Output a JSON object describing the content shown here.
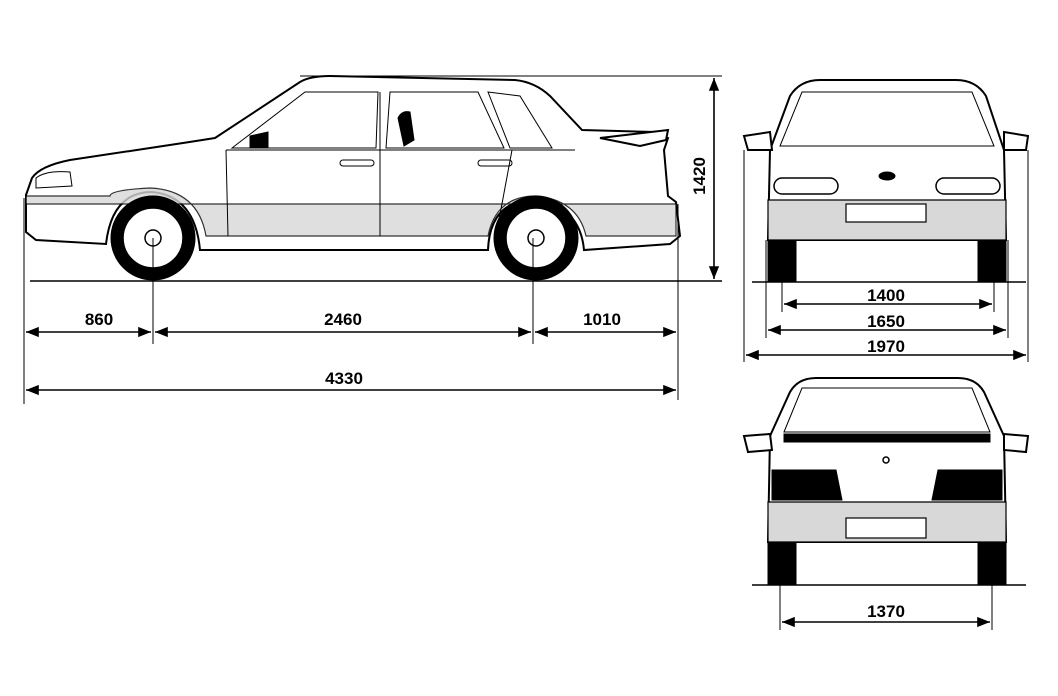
{
  "dimensions": {
    "front_overhang": "860",
    "wheelbase": "2460",
    "rear_overhang": "1010",
    "overall_length": "4330",
    "height": "1420",
    "front_track": "1400",
    "body_width": "1650",
    "width_with_mirrors": "1970",
    "rear_track": "1370"
  },
  "colors": {
    "line": "#000000",
    "background": "#ffffff",
    "shading": "#d8d8d8"
  }
}
